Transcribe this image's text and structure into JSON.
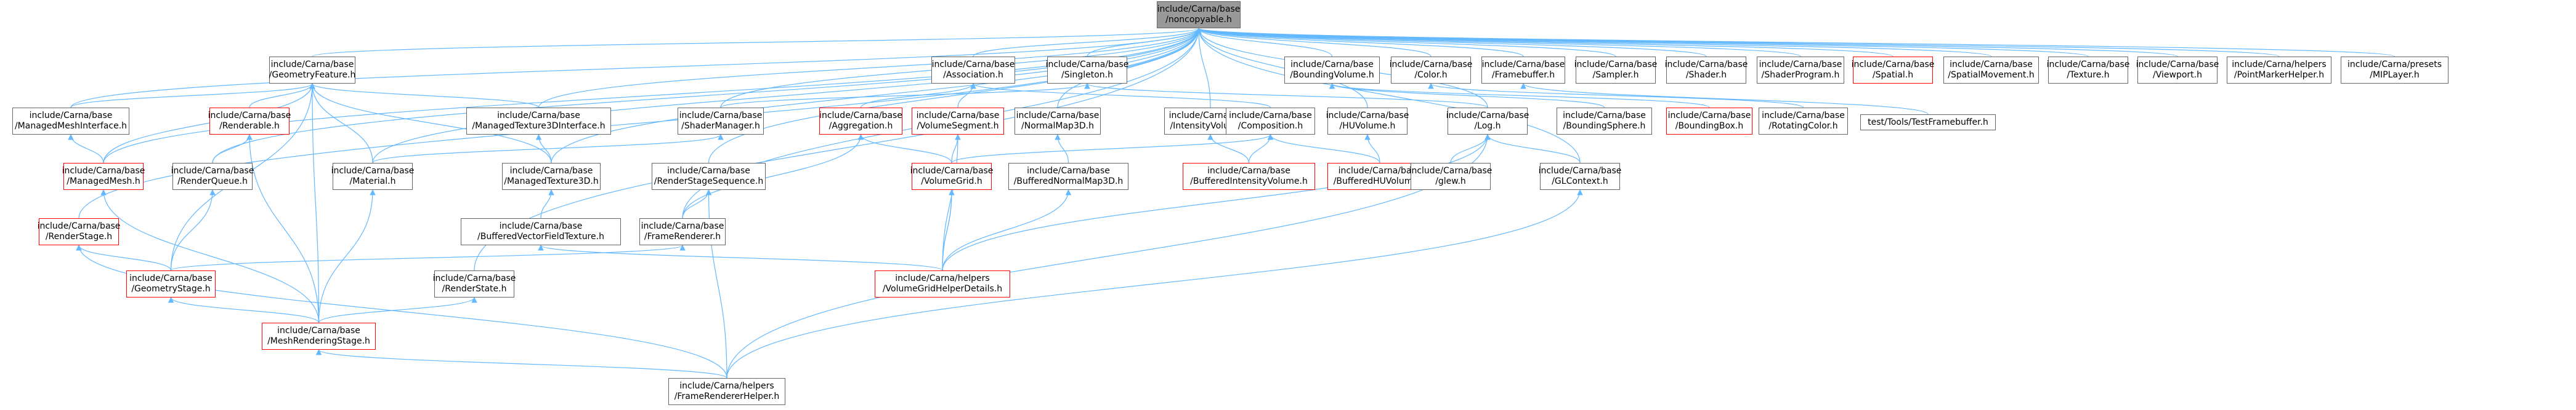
{
  "nodes": [
    {
      "id": "root",
      "lines": [
        "include/Carna/base",
        "/noncopyable.h"
      ],
      "red": false,
      "root": true
    },
    {
      "id": "geometryfeature",
      "lines": [
        "include/Carna/base",
        "/GeometryFeature.h"
      ],
      "red": false
    },
    {
      "id": "association",
      "lines": [
        "include/Carna/base",
        "/Association.h"
      ],
      "red": false
    },
    {
      "id": "singleton",
      "lines": [
        "include/Carna/base",
        "/Singleton.h"
      ],
      "red": false
    },
    {
      "id": "boundingvolume",
      "lines": [
        "include/Carna/base",
        "/BoundingVolume.h"
      ],
      "red": false
    },
    {
      "id": "color",
      "lines": [
        "include/Carna/base",
        "/Color.h"
      ],
      "red": false
    },
    {
      "id": "framebuffer",
      "lines": [
        "include/Carna/base",
        "/Framebuffer.h"
      ],
      "red": false
    },
    {
      "id": "sampler",
      "lines": [
        "include/Carna/base",
        "/Sampler.h"
      ],
      "red": false
    },
    {
      "id": "shader",
      "lines": [
        "include/Carna/base",
        "/Shader.h"
      ],
      "red": false
    },
    {
      "id": "shaderprogram",
      "lines": [
        "include/Carna/base",
        "/ShaderProgram.h"
      ],
      "red": false
    },
    {
      "id": "spatial",
      "lines": [
        "include/Carna/base",
        "/Spatial.h"
      ],
      "red": true
    },
    {
      "id": "spatialmovement",
      "lines": [
        "include/Carna/base",
        "/SpatialMovement.h"
      ],
      "red": false
    },
    {
      "id": "texture",
      "lines": [
        "include/Carna/base",
        "/Texture.h"
      ],
      "red": false
    },
    {
      "id": "viewport",
      "lines": [
        "include/Carna/base",
        "/Viewport.h"
      ],
      "red": false
    },
    {
      "id": "pointmarker",
      "lines": [
        "include/Carna/helpers",
        "/PointMarkerHelper.h"
      ],
      "red": false
    },
    {
      "id": "miplayer",
      "lines": [
        "include/Carna/presets",
        "/MIPLayer.h"
      ],
      "red": false
    },
    {
      "id": "managedmeshinterface",
      "lines": [
        "include/Carna/base",
        "/ManagedMeshInterface.h"
      ],
      "red": false
    },
    {
      "id": "renderable",
      "lines": [
        "include/Carna/base",
        "/Renderable.h"
      ],
      "red": true
    },
    {
      "id": "managedtex3dinterface",
      "lines": [
        "include/Carna/base",
        "/ManagedTexture3DInterface.h"
      ],
      "red": false
    },
    {
      "id": "shadermanager",
      "lines": [
        "include/Carna/base",
        "/ShaderManager.h"
      ],
      "red": false
    },
    {
      "id": "aggregation",
      "lines": [
        "include/Carna/base",
        "/Aggregation.h"
      ],
      "red": true
    },
    {
      "id": "volumesegment",
      "lines": [
        "include/Carna/base",
        "/VolumeSegment.h"
      ],
      "red": true
    },
    {
      "id": "normalmap3d",
      "lines": [
        "include/Carna/base",
        "/NormalMap3D.h"
      ],
      "red": false
    },
    {
      "id": "intensityvolume",
      "lines": [
        "include/Carna/base",
        "/IntensityVolume.h"
      ],
      "red": false
    },
    {
      "id": "composition",
      "lines": [
        "include/Carna/base",
        "/Composition.h"
      ],
      "red": false
    },
    {
      "id": "huvolume",
      "lines": [
        "include/Carna/base",
        "/HUVolume.h"
      ],
      "red": false
    },
    {
      "id": "log",
      "lines": [
        "include/Carna/base",
        "/Log.h"
      ],
      "red": false
    },
    {
      "id": "boundingsphere",
      "lines": [
        "include/Carna/base",
        "/BoundingSphere.h"
      ],
      "red": false
    },
    {
      "id": "boundingbox",
      "lines": [
        "include/Carna/base",
        "/BoundingBox.h"
      ],
      "red": true
    },
    {
      "id": "rotatingcolor",
      "lines": [
        "include/Carna/base",
        "/RotatingColor.h"
      ],
      "red": false
    },
    {
      "id": "testframebuffer",
      "lines": [
        "test/Tools/TestFramebuffer.h"
      ],
      "red": false
    },
    {
      "id": "managedmesh",
      "lines": [
        "include/Carna/base",
        "/ManagedMesh.h"
      ],
      "red": true
    },
    {
      "id": "renderqueue",
      "lines": [
        "include/Carna/base",
        "/RenderQueue.h"
      ],
      "red": false
    },
    {
      "id": "material",
      "lines": [
        "include/Carna/base",
        "/Material.h"
      ],
      "red": false
    },
    {
      "id": "managedtexture3d",
      "lines": [
        "include/Carna/base",
        "/ManagedTexture3D.h"
      ],
      "red": false
    },
    {
      "id": "renderstagesequence",
      "lines": [
        "include/Carna/base",
        "/RenderStageSequence.h"
      ],
      "red": false
    },
    {
      "id": "volumegrid",
      "lines": [
        "include/Carna/base",
        "/VolumeGrid.h"
      ],
      "red": true
    },
    {
      "id": "bufferednormalmap3d",
      "lines": [
        "include/Carna/base",
        "/BufferedNormalMap3D.h"
      ],
      "red": false
    },
    {
      "id": "bufferedintensityvolume",
      "lines": [
        "include/Carna/base",
        "/BufferedIntensityVolume.h"
      ],
      "red": true
    },
    {
      "id": "bufferedhuvolume",
      "lines": [
        "include/Carna/base",
        "/BufferedHUVolume.h"
      ],
      "red": true
    },
    {
      "id": "glew",
      "lines": [
        "include/Carna/base",
        "/glew.h"
      ],
      "red": false
    },
    {
      "id": "glcontext",
      "lines": [
        "include/Carna/base",
        "/GLContext.h"
      ],
      "red": false
    },
    {
      "id": "renderstage",
      "lines": [
        "include/Carna/base",
        "/RenderStage.h"
      ],
      "red": true
    },
    {
      "id": "bufferedvectorfield",
      "lines": [
        "include/Carna/base",
        "/BufferedVectorFieldTexture.h"
      ],
      "red": false
    },
    {
      "id": "framerenderer",
      "lines": [
        "include/Carna/base",
        "/FrameRenderer.h"
      ],
      "red": false
    },
    {
      "id": "geometrystage",
      "lines": [
        "include/Carna/base",
        "/GeometryStage.h"
      ],
      "red": true
    },
    {
      "id": "renderstate",
      "lines": [
        "include/Carna/base",
        "/RenderState.h"
      ],
      "red": false
    },
    {
      "id": "volumegridhelper",
      "lines": [
        "include/Carna/helpers",
        "/VolumeGridHelperDetails.h"
      ],
      "red": true
    },
    {
      "id": "meshrenderingstage",
      "lines": [
        "include/Carna/base",
        "/MeshRenderingStage.h"
      ],
      "red": true
    },
    {
      "id": "framerendererhelper",
      "lines": [
        "include/Carna/helpers",
        "/FrameRendererHelper.h"
      ],
      "red": false
    }
  ],
  "edges": [
    [
      "geometryfeature",
      "root"
    ],
    [
      "association",
      "root"
    ],
    [
      "singleton",
      "root"
    ],
    [
      "boundingvolume",
      "root"
    ],
    [
      "color",
      "root"
    ],
    [
      "framebuffer",
      "root"
    ],
    [
      "sampler",
      "root"
    ],
    [
      "shader",
      "root"
    ],
    [
      "shaderprogram",
      "root"
    ],
    [
      "spatial",
      "root"
    ],
    [
      "spatialmovement",
      "root"
    ],
    [
      "texture",
      "root"
    ],
    [
      "viewport",
      "root"
    ],
    [
      "pointmarker",
      "root"
    ],
    [
      "miplayer",
      "root"
    ],
    [
      "managedmeshinterface",
      "root"
    ],
    [
      "managedtex3dinterface",
      "root"
    ],
    [
      "shadermanager",
      "root"
    ],
    [
      "normalmap3d",
      "root"
    ],
    [
      "intensityvolume",
      "root"
    ],
    [
      "huvolume",
      "root"
    ],
    [
      "log",
      "root"
    ],
    [
      "glcontext",
      "root"
    ],
    [
      "material",
      "root"
    ],
    [
      "managedtexture3d",
      "root"
    ],
    [
      "renderstagesequence",
      "root"
    ],
    [
      "renderstage",
      "root"
    ],
    [
      "renderstate",
      "root"
    ],
    [
      "framerenderer",
      "root"
    ],
    [
      "renderqueue",
      "root"
    ],
    [
      "managedmesh",
      "root"
    ],
    [
      "managedmeshinterface",
      "geometryfeature"
    ],
    [
      "renderable",
      "geometryfeature"
    ],
    [
      "managedtex3dinterface",
      "geometryfeature"
    ],
    [
      "managedmesh",
      "geometryfeature"
    ],
    [
      "material",
      "geometryfeature"
    ],
    [
      "managedtexture3d",
      "geometryfeature"
    ],
    [
      "geometrystage",
      "geometryfeature"
    ],
    [
      "meshrenderingstage",
      "geometryfeature"
    ],
    [
      "managedmesh",
      "managedmeshinterface"
    ],
    [
      "renderqueue",
      "renderable"
    ],
    [
      "meshrenderingstage",
      "renderable"
    ],
    [
      "managedtexture3d",
      "managedtex3dinterface"
    ],
    [
      "material",
      "shadermanager"
    ],
    [
      "aggregation",
      "association"
    ],
    [
      "volumesegment",
      "association"
    ],
    [
      "composition",
      "association"
    ],
    [
      "shadermanager",
      "singleton"
    ],
    [
      "log",
      "singleton"
    ],
    [
      "volumegrid",
      "aggregation"
    ],
    [
      "framerenderer",
      "aggregation"
    ],
    [
      "volumegrid",
      "volumesegment"
    ],
    [
      "volumegridhelper",
      "volumesegment"
    ],
    [
      "volumegrid",
      "composition"
    ],
    [
      "bufferedintensityvolume",
      "composition"
    ],
    [
      "bufferedhuvolume",
      "composition"
    ],
    [
      "bufferednormalmap3d",
      "normalmap3d"
    ],
    [
      "bufferedintensityvolume",
      "intensityvolume"
    ],
    [
      "bufferedhuvolume",
      "huvolume"
    ],
    [
      "glew",
      "log"
    ],
    [
      "glcontext",
      "log"
    ],
    [
      "volumegridhelper",
      "log"
    ],
    [
      "framerendererhelper",
      "log"
    ],
    [
      "boundingsphere",
      "boundingvolume"
    ],
    [
      "boundingbox",
      "boundingvolume"
    ],
    [
      "rotatingcolor",
      "color"
    ],
    [
      "testframebuffer",
      "framebuffer"
    ],
    [
      "geometrystage",
      "renderqueue"
    ],
    [
      "meshrenderingstage",
      "managedmesh"
    ],
    [
      "meshrenderingstage",
      "material"
    ],
    [
      "bufferedvectorfield",
      "managedtexture3d"
    ],
    [
      "framerenderer",
      "renderstagesequence"
    ],
    [
      "framerendererhelper",
      "renderstagesequence"
    ],
    [
      "volumegridhelper",
      "volumegrid"
    ],
    [
      "volumegridhelper",
      "bufferednormalmap3d"
    ],
    [
      "framerendererhelper",
      "glcontext"
    ],
    [
      "geometrystage",
      "renderstage"
    ],
    [
      "framerendererhelper",
      "renderstage"
    ],
    [
      "volumegridhelper",
      "bufferedvectorfield"
    ],
    [
      "geometrystage",
      "framerenderer"
    ],
    [
      "meshrenderingstage",
      "geometrystage"
    ],
    [
      "meshrenderingstage",
      "renderstate"
    ],
    [
      "framerendererhelper",
      "meshrenderingstage"
    ],
    [
      "volumegridhelper",
      "volumegrid"
    ]
  ],
  "colors": {
    "edge": "#63b8ff",
    "red_border": "#ff0000",
    "border": "#666666",
    "root_fill": "#999999"
  }
}
